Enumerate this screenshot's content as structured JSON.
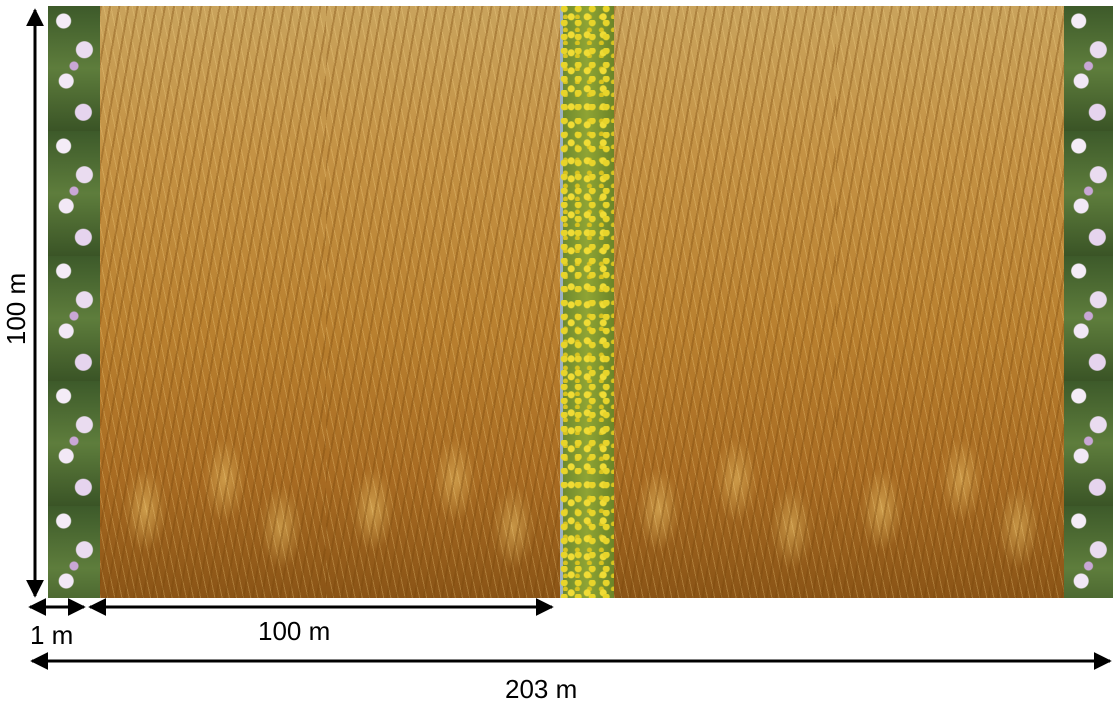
{
  "dimensions": {
    "height_label": "100 m",
    "border_width_label": "1 m",
    "plot_width_label": "100 m",
    "total_width_label": "203 m"
  },
  "strips": [
    {
      "kind": "flower border",
      "icon": "flower-strip"
    },
    {
      "kind": "wheat",
      "icon": "wheat-field"
    },
    {
      "kind": "wheat",
      "icon": "wheat-field"
    },
    {
      "kind": "canola",
      "icon": "canola-strip"
    },
    {
      "kind": "wheat",
      "icon": "wheat-field"
    },
    {
      "kind": "wheat",
      "icon": "wheat-field"
    },
    {
      "kind": "flower border",
      "icon": "flower-strip"
    }
  ],
  "colors": {
    "arrow": "#000000",
    "wheat": "#b9802f",
    "canola": "#e8d42a",
    "flowers": "#eadcf0"
  }
}
